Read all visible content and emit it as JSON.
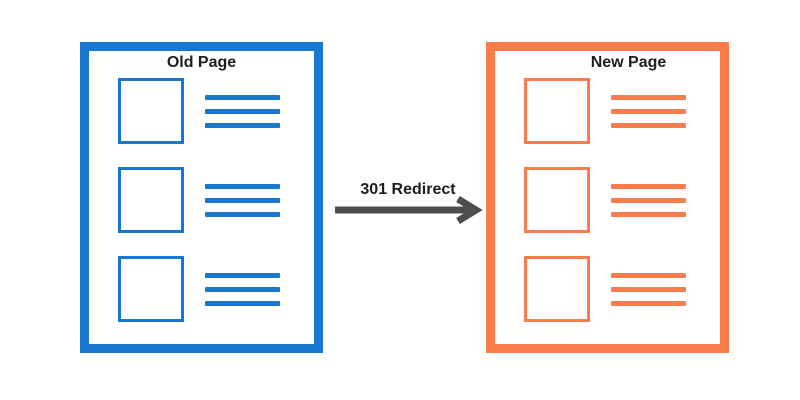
{
  "background_color": "#FFFFFF",
  "text_color": "#1E1E1E",
  "old_page": {
    "title": "Old Page",
    "accent_color": "#1878CF",
    "content_rows": 3,
    "bars_per_row": 3
  },
  "new_page": {
    "title": "New Page",
    "accent_color": "#F97C4C",
    "content_rows": 3,
    "bars_per_row": 3
  },
  "arrow": {
    "label": "301 Redirect",
    "color": "#4D4D4D",
    "direction": "right"
  }
}
